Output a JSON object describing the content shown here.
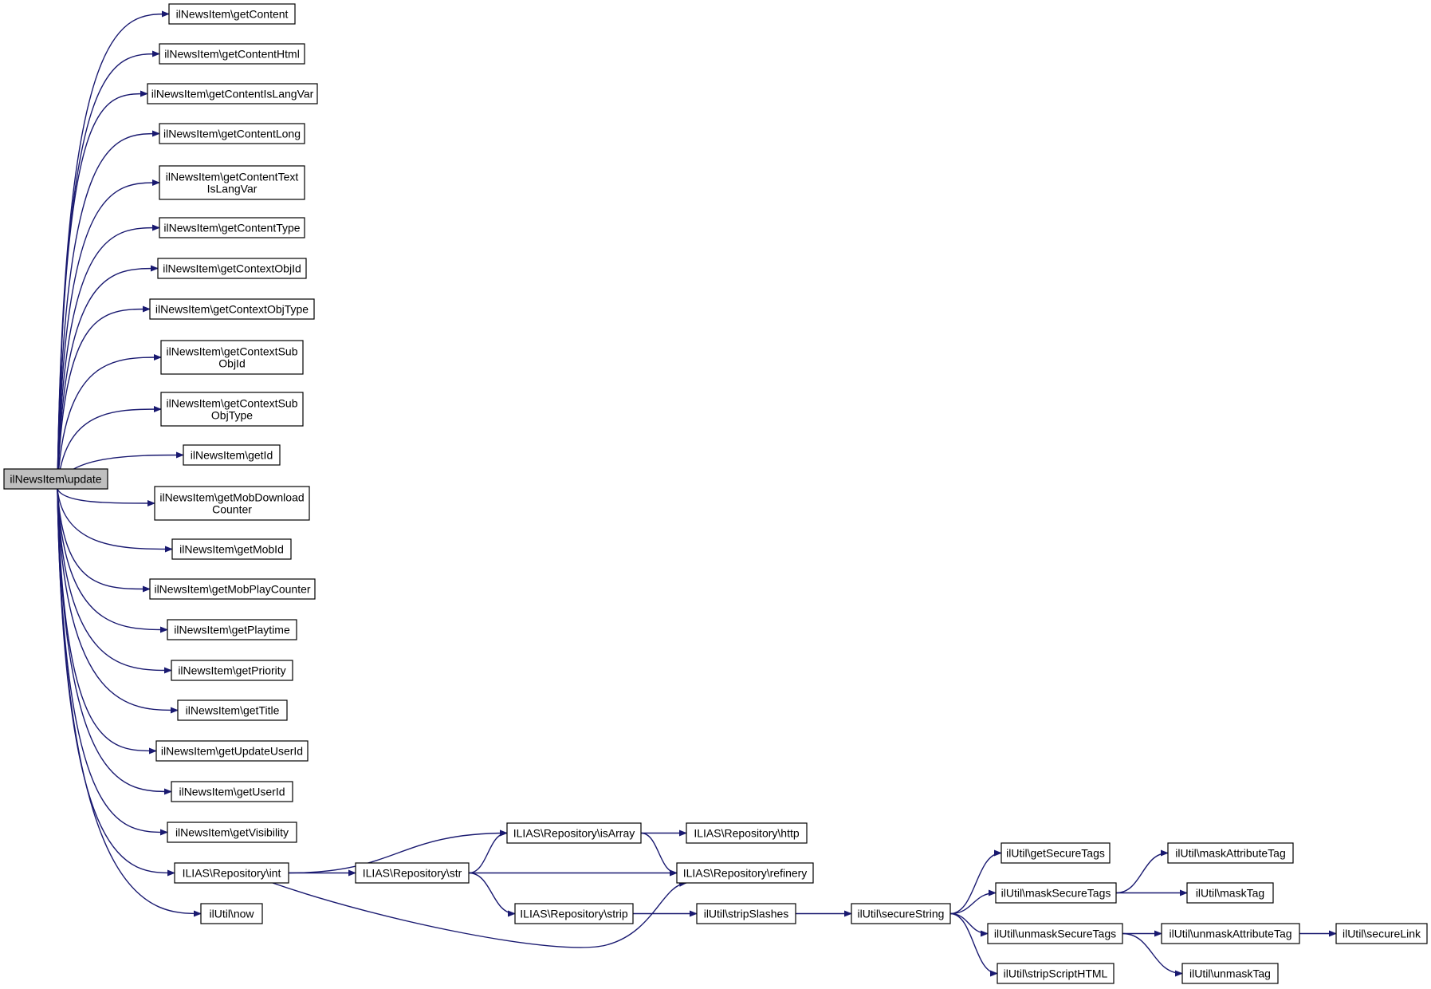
{
  "colors": {
    "edge": "#191970",
    "node_border": "#000000",
    "node_fill": "#ffffff",
    "root_fill": "#bfbfbf",
    "background": "#ffffff"
  },
  "nodes": [
    {
      "id": "update",
      "lines": [
        "ilNewsItem\\update"
      ],
      "root": true
    },
    {
      "id": "getContent",
      "lines": [
        "ilNewsItem\\getContent"
      ]
    },
    {
      "id": "getContentHtml",
      "lines": [
        "ilNewsItem\\getContentHtml"
      ]
    },
    {
      "id": "getContentIsLangVar",
      "lines": [
        "ilNewsItem\\getContentIsLangVar"
      ]
    },
    {
      "id": "getContentLong",
      "lines": [
        "ilNewsItem\\getContentLong"
      ]
    },
    {
      "id": "getContentTextIsLangVar",
      "lines": [
        "ilNewsItem\\getContentText",
        "IsLangVar"
      ]
    },
    {
      "id": "getContentType",
      "lines": [
        "ilNewsItem\\getContentType"
      ]
    },
    {
      "id": "getContextObjId",
      "lines": [
        "ilNewsItem\\getContextObjId"
      ]
    },
    {
      "id": "getContextObjType",
      "lines": [
        "ilNewsItem\\getContextObjType"
      ]
    },
    {
      "id": "getContextSubObjId",
      "lines": [
        "ilNewsItem\\getContextSub",
        "ObjId"
      ]
    },
    {
      "id": "getContextSubObjType",
      "lines": [
        "ilNewsItem\\getContextSub",
        "ObjType"
      ]
    },
    {
      "id": "getId",
      "lines": [
        "ilNewsItem\\getId"
      ]
    },
    {
      "id": "getMobDownloadCounter",
      "lines": [
        "ilNewsItem\\getMobDownload",
        "Counter"
      ]
    },
    {
      "id": "getMobId",
      "lines": [
        "ilNewsItem\\getMobId"
      ]
    },
    {
      "id": "getMobPlayCounter",
      "lines": [
        "ilNewsItem\\getMobPlayCounter"
      ]
    },
    {
      "id": "getPlaytime",
      "lines": [
        "ilNewsItem\\getPlaytime"
      ]
    },
    {
      "id": "getPriority",
      "lines": [
        "ilNewsItem\\getPriority"
      ]
    },
    {
      "id": "getTitle",
      "lines": [
        "ilNewsItem\\getTitle"
      ]
    },
    {
      "id": "getUpdateUserId",
      "lines": [
        "ilNewsItem\\getUpdateUserId"
      ]
    },
    {
      "id": "getUserId",
      "lines": [
        "ilNewsItem\\getUserId"
      ]
    },
    {
      "id": "getVisibility",
      "lines": [
        "ilNewsItem\\getVisibility"
      ]
    },
    {
      "id": "repoInt",
      "lines": [
        "ILIAS\\Repository\\int"
      ]
    },
    {
      "id": "now",
      "lines": [
        "ilUtil\\now"
      ]
    },
    {
      "id": "isArray",
      "lines": [
        "ILIAS\\Repository\\isArray"
      ]
    },
    {
      "id": "repoStr",
      "lines": [
        "ILIAS\\Repository\\str"
      ]
    },
    {
      "id": "repoStrip",
      "lines": [
        "ILIAS\\Repository\\strip"
      ]
    },
    {
      "id": "http",
      "lines": [
        "ILIAS\\Repository\\http"
      ]
    },
    {
      "id": "refinery",
      "lines": [
        "ILIAS\\Repository\\refinery"
      ]
    },
    {
      "id": "stripSlashes",
      "lines": [
        "ilUtil\\stripSlashes"
      ]
    },
    {
      "id": "secureString",
      "lines": [
        "ilUtil\\secureString"
      ]
    },
    {
      "id": "getSecureTags",
      "lines": [
        "ilUtil\\getSecureTags"
      ]
    },
    {
      "id": "maskSecureTags",
      "lines": [
        "ilUtil\\maskSecureTags"
      ]
    },
    {
      "id": "unmaskSecureTags",
      "lines": [
        "ilUtil\\unmaskSecureTags"
      ]
    },
    {
      "id": "stripScriptHTML",
      "lines": [
        "ilUtil\\stripScriptHTML"
      ]
    },
    {
      "id": "maskAttributeTag",
      "lines": [
        "ilUtil\\maskAttributeTag"
      ]
    },
    {
      "id": "maskTag",
      "lines": [
        "ilUtil\\maskTag"
      ]
    },
    {
      "id": "unmaskAttributeTag",
      "lines": [
        "ilUtil\\unmaskAttributeTag"
      ]
    },
    {
      "id": "unmaskTag",
      "lines": [
        "ilUtil\\unmaskTag"
      ]
    },
    {
      "id": "secureLink",
      "lines": [
        "ilUtil\\secureLink"
      ]
    }
  ],
  "edges": [
    [
      "update",
      "getContent"
    ],
    [
      "update",
      "getContentHtml"
    ],
    [
      "update",
      "getContentIsLangVar"
    ],
    [
      "update",
      "getContentLong"
    ],
    [
      "update",
      "getContentTextIsLangVar"
    ],
    [
      "update",
      "getContentType"
    ],
    [
      "update",
      "getContextObjId"
    ],
    [
      "update",
      "getContextObjType"
    ],
    [
      "update",
      "getContextSubObjId"
    ],
    [
      "update",
      "getContextSubObjType"
    ],
    [
      "update",
      "getId"
    ],
    [
      "update",
      "getMobDownloadCounter"
    ],
    [
      "update",
      "getMobId"
    ],
    [
      "update",
      "getMobPlayCounter"
    ],
    [
      "update",
      "getPlaytime"
    ],
    [
      "update",
      "getPriority"
    ],
    [
      "update",
      "getTitle"
    ],
    [
      "update",
      "getUpdateUserId"
    ],
    [
      "update",
      "getUserId"
    ],
    [
      "update",
      "getVisibility"
    ],
    [
      "update",
      "repoInt"
    ],
    [
      "update",
      "now"
    ],
    [
      "repoInt",
      "isArray"
    ],
    [
      "repoInt",
      "repoStr"
    ],
    [
      "repoInt",
      "refinery"
    ],
    [
      "repoStr",
      "isArray"
    ],
    [
      "repoStr",
      "refinery"
    ],
    [
      "repoStr",
      "repoStrip"
    ],
    [
      "isArray",
      "http"
    ],
    [
      "isArray",
      "refinery"
    ],
    [
      "repoStrip",
      "stripSlashes"
    ],
    [
      "stripSlashes",
      "secureString"
    ],
    [
      "secureString",
      "getSecureTags"
    ],
    [
      "secureString",
      "maskSecureTags"
    ],
    [
      "secureString",
      "unmaskSecureTags"
    ],
    [
      "secureString",
      "stripScriptHTML"
    ],
    [
      "maskSecureTags",
      "maskAttributeTag"
    ],
    [
      "maskSecureTags",
      "maskTag"
    ],
    [
      "unmaskSecureTags",
      "unmaskAttributeTag"
    ],
    [
      "unmaskSecureTags",
      "unmaskTag"
    ],
    [
      "unmaskAttributeTag",
      "secureLink"
    ]
  ]
}
